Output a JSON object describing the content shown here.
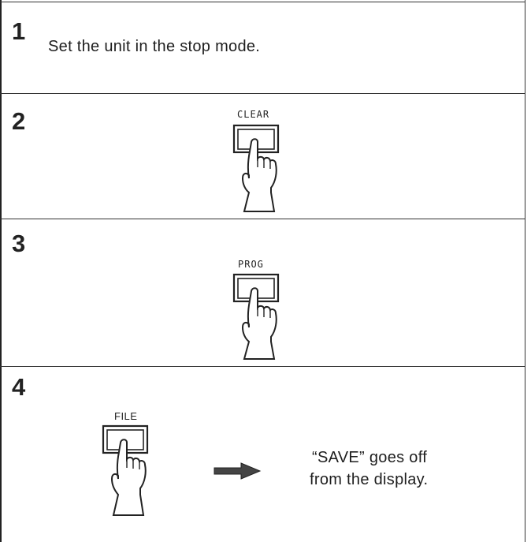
{
  "steps": [
    {
      "number": "1",
      "text": "Set the unit in the stop mode."
    },
    {
      "number": "2",
      "button": "CLEAR"
    },
    {
      "number": "3",
      "button": "PROG"
    },
    {
      "number": "4",
      "button": "FILE",
      "result_line1": "“SAVE” goes off",
      "result_line2": "from the display."
    }
  ],
  "icons": {
    "press": "finger-pressing-button-icon",
    "arrow": "right-arrow-icon"
  }
}
